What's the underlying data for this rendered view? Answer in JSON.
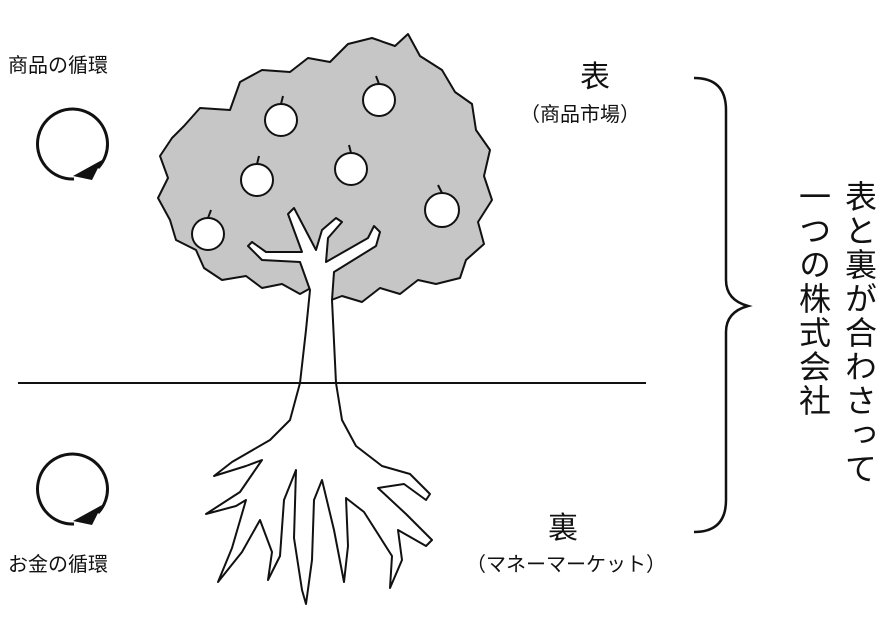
{
  "labels": {
    "goods_cycle": "商品の循環",
    "money_cycle": "お金の循環",
    "front": "表",
    "front_sub": "（商品市場）",
    "back": "裏",
    "back_sub": "（マネーマーケット）",
    "conclusion_line1": "表と裏が合わさって",
    "conclusion_line2": "一つの株式会社"
  },
  "icons": {
    "cycle_top": "clockwise-cycle-icon",
    "cycle_bottom": "clockwise-cycle-icon",
    "tree": "apple-tree-with-roots-icon",
    "brace": "right-curly-brace"
  },
  "colors": {
    "canopy": "#c6c6c6",
    "ink": "#111111",
    "background": "#ffffff"
  }
}
